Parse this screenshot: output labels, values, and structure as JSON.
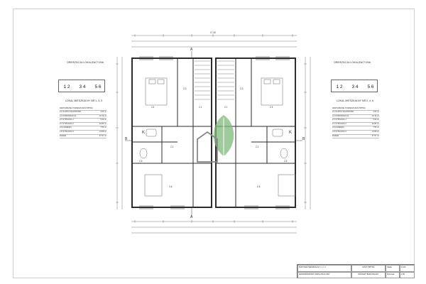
{
  "left_panel": {
    "orientation_title": "ORIENTACJA LOKALIZACYJNA",
    "unit_numbers": [
      "1 2",
      "3 4",
      "5 6"
    ],
    "unit_title": "LOKAL MIESZKALNY NR 1, 3, 5",
    "table_header": "ZESTAWIENIE POMIESZCZEŃ PIĘTRA",
    "rooms": [
      {
        "no": "2.1",
        "name": "KLATKA SCHODOWA",
        "area": "4,64 m²"
      },
      {
        "no": "2.2",
        "name": "KOMUNIKACJA",
        "area": "10,19 m²"
      },
      {
        "no": "2.3",
        "name": "SYPIALNIA 1",
        "area": "9,64 m²"
      },
      {
        "no": "2.4",
        "name": "SYPIALNIA 2",
        "area": "10,86 m²"
      },
      {
        "no": "2.5",
        "name": "ŁAZIENKA",
        "area": "7,55 m²"
      },
      {
        "no": "2.6",
        "name": "SYPIALNIA 3",
        "area": "14,66 m²"
      }
    ],
    "total_label": "RAZEM",
    "total_value": "57,57 m²"
  },
  "right_panel": {
    "orientation_title": "ORIENTACJA LOKALIZACYJNA",
    "unit_numbers": [
      "1 2",
      "3 4",
      "5 6"
    ],
    "unit_title": "LOKAL MIESZKALNY NR 2, 4, 6",
    "table_header": "ZESTAWIENIE POMIESZCZEŃ PIĘTRA",
    "rooms": [
      {
        "no": "2.1",
        "name": "KLATKA SCHODOWA",
        "area": "4,64 m²"
      },
      {
        "no": "2.2",
        "name": "KOMUNIKACJA",
        "area": "10,19 m²"
      },
      {
        "no": "2.3",
        "name": "SYPIALNIA 1",
        "area": "9,64 m²"
      },
      {
        "no": "2.4",
        "name": "SYPIALNIA 2",
        "area": "10,86 m²"
      },
      {
        "no": "2.5",
        "name": "ŁAZIENKA",
        "area": "7,55 m²"
      },
      {
        "no": "2.6",
        "name": "SYPIALNIA 3",
        "area": "14,66 m²"
      }
    ],
    "total_label": "RAZEM",
    "total_value": "57,57 m²"
  },
  "plan": {
    "section_a_top": "A",
    "section_a_bottom": "A",
    "section_b_left": "B",
    "section_b_right": "B",
    "k_marks": [
      "K",
      "K"
    ],
    "overall_dim": "17,40",
    "room_tags": [
      "2.4",
      "2.3",
      "2.3",
      "2.4",
      "2.1",
      "2.1",
      "2.2",
      "2.2",
      "2.5",
      "2.5",
      "2.6",
      "2.6"
    ]
  },
  "title_block": {
    "project_line1": "BUDYNEK MIESZKALNY 1, 2, 3",
    "project_line2": "JEDNORODZINNY DWULOKALOWY",
    "drawing": "RZUT PIĘTRA",
    "stage": "PROJEKT BUDOWLANY",
    "scale_label": "Skala:",
    "scale_value": "1:100",
    "sheet_label": "Rysunek:",
    "sheet_no": "1:50"
  },
  "colors": {
    "line": "#333333",
    "wall": "#2b2b2b",
    "dim": "#555555",
    "leaf": "#5e9e5a",
    "logo": "#7a7a7a"
  },
  "icons": [
    "tree-leaf-logo-icon",
    "house-logo-icon",
    "bed-icon",
    "toilet-icon",
    "sink-icon",
    "stair-icon"
  ]
}
